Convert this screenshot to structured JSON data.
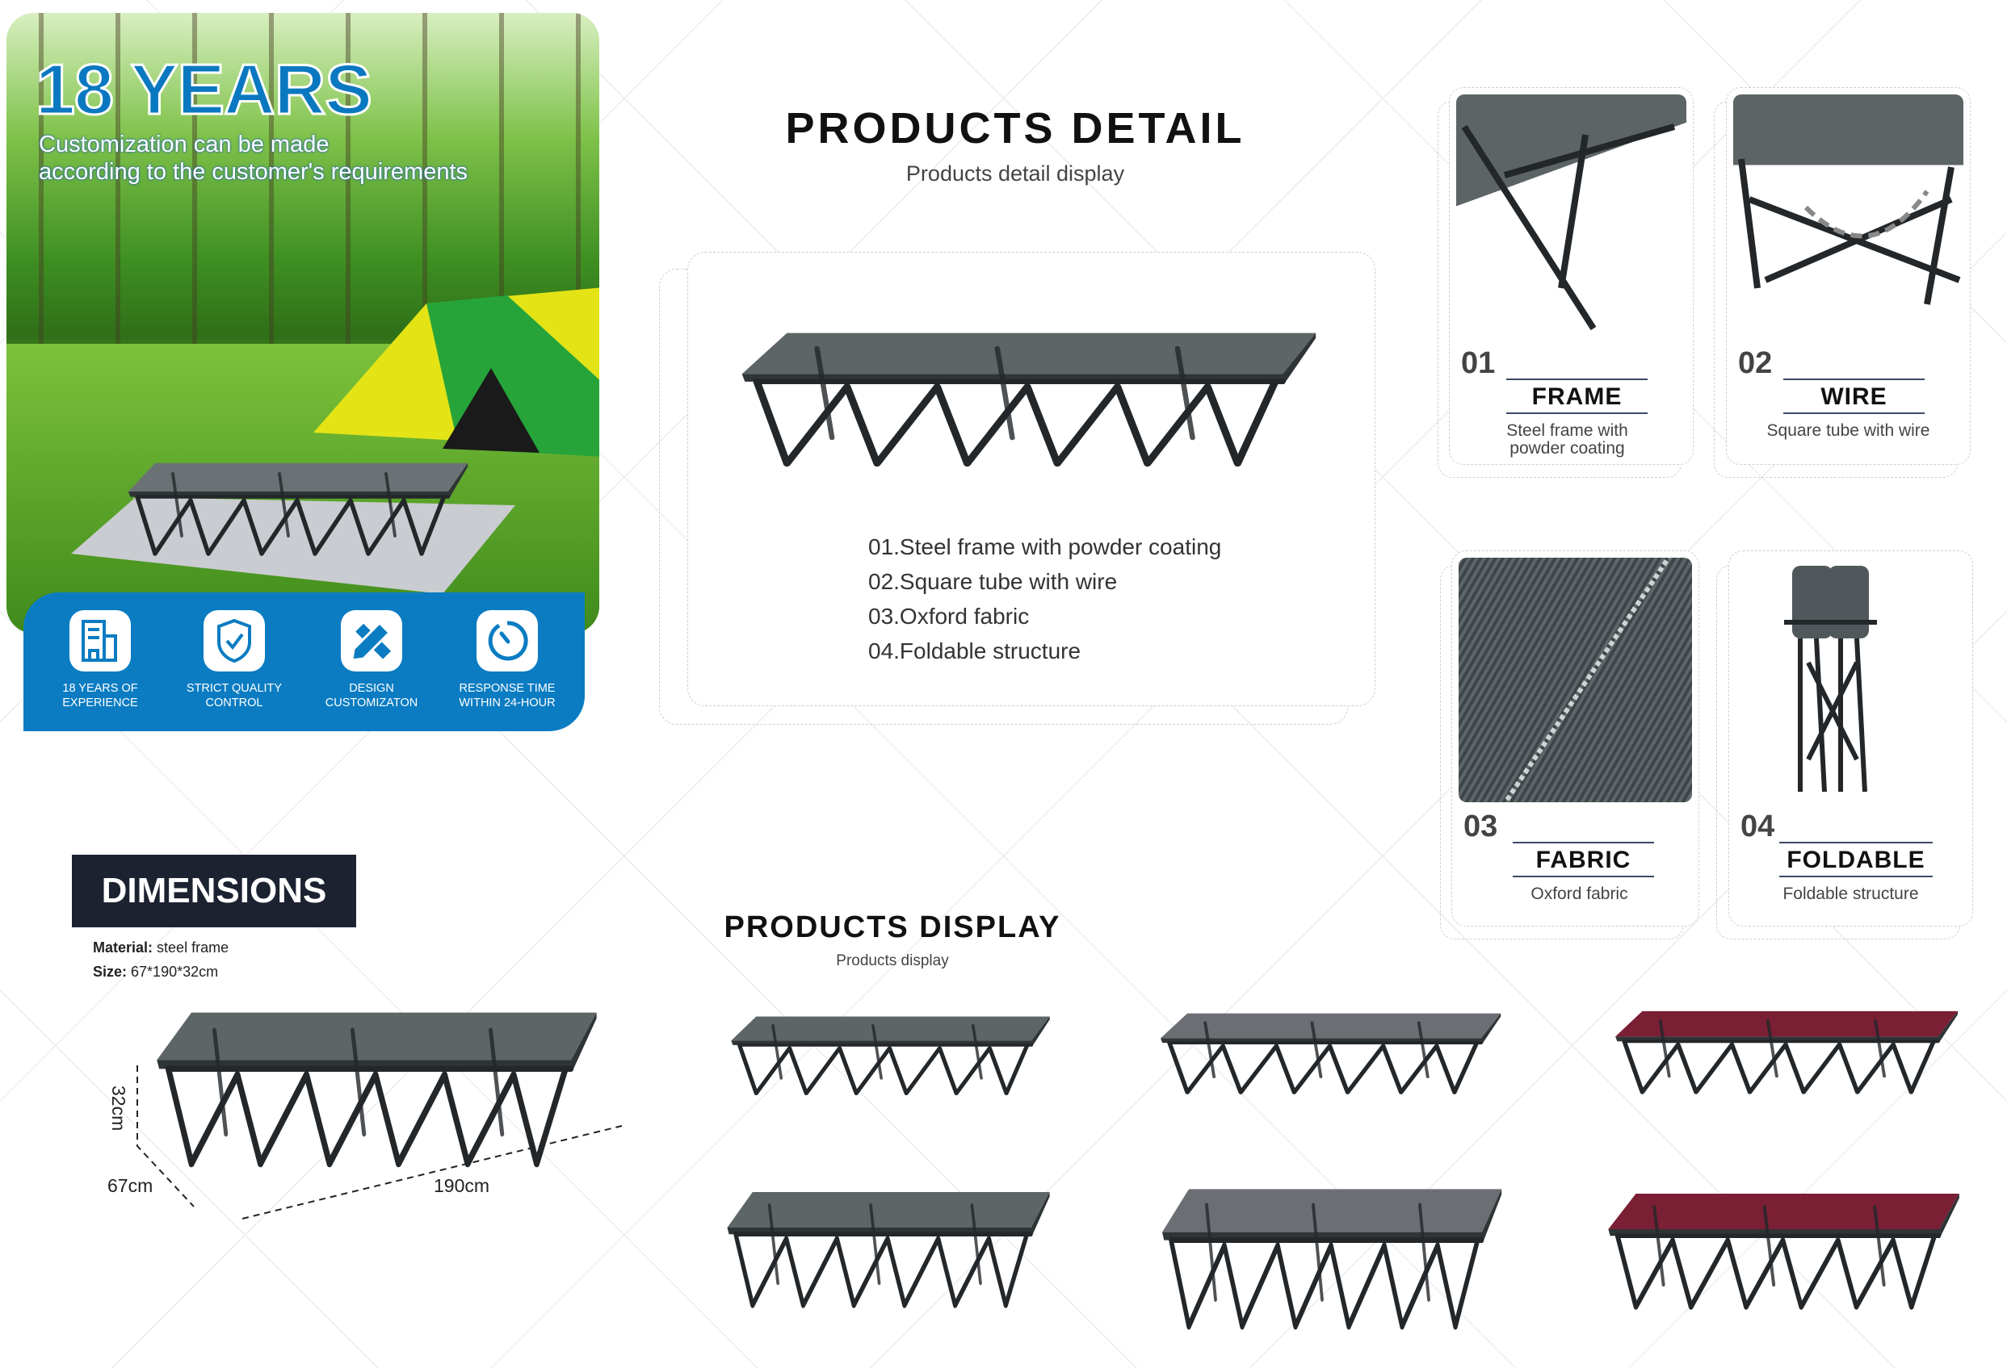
{
  "hero": {
    "headline": "18 YEARS",
    "subtitle_line1": "Customization can be made",
    "subtitle_line2": "according to the customer's requirements",
    "accent": "#0b7cc2",
    "features": [
      {
        "icon": "building-icon",
        "line1": "18 YEARS OF",
        "line2": "EXPERIENCE"
      },
      {
        "icon": "shield-check-icon",
        "line1": "STRICT QUALITY",
        "line2": "CONTROL"
      },
      {
        "icon": "pencil-ruler-icon",
        "line1": "DESIGN",
        "line2": "CUSTOMIZATON"
      },
      {
        "icon": "timer-icon",
        "line1": "RESPONSE TIME",
        "line2": "WITHIN 24-HOUR"
      }
    ]
  },
  "detail": {
    "title": "PRODUCTS DETAIL",
    "subtitle": "Products detail display",
    "list": [
      "01.Steel frame with powder coating",
      "02.Square tube with wire",
      "03.Oxford fabric",
      "04.Foldable structure"
    ]
  },
  "features": [
    {
      "num": "01",
      "title": "FRAME",
      "desc": "Steel frame with powder coating"
    },
    {
      "num": "02",
      "title": "WIRE",
      "desc": "Square tube with wire"
    },
    {
      "num": "03",
      "title": "FABRIC",
      "desc": "Oxford fabric"
    },
    {
      "num": "04",
      "title": "FOLDABLE",
      "desc": "Foldable structure"
    }
  ],
  "dimensions": {
    "title": "DIMENSIONS",
    "material_label": "Material:",
    "material_value": "steel frame",
    "size_label": "Size:",
    "size_value": "67*190*32cm",
    "height": "32cm",
    "width": "67cm",
    "length": "190cm"
  },
  "display": {
    "title": "PRODUCTS DISPLAY",
    "subtitle": "Products display",
    "colors": {
      "gray": "#5d6567",
      "stripe_gray": "#6b6e72",
      "maroon": "#7b1f35"
    }
  }
}
